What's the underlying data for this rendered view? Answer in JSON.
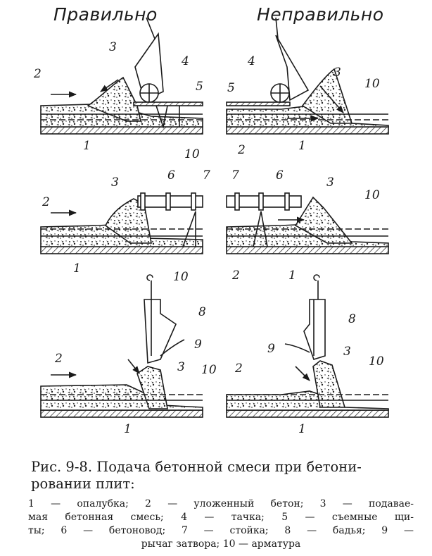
{
  "headings": {
    "left": "Правильно",
    "right": "Неправильно"
  },
  "labels": {
    "r1l": [
      "2",
      "3",
      "4",
      "5",
      "1",
      "10"
    ],
    "r1r": [
      "4",
      "5",
      "3",
      "10",
      "2",
      "1"
    ],
    "r2l": [
      "2",
      "3",
      "6",
      "7",
      "1",
      "10"
    ],
    "r2r": [
      "7",
      "6",
      "3",
      "10",
      "2",
      "1"
    ],
    "r3l": [
      "8",
      "9",
      "2",
      "3",
      "10",
      "1"
    ],
    "r3r": [
      "8",
      "9",
      "2",
      "3",
      "10",
      "1"
    ]
  },
  "caption": {
    "line1": "Рис. 9-8. Подача бетонной смеси при бетони-",
    "line2": "ровании плит:"
  },
  "legend": {
    "row1": "1 — опалубка; 2 — уложенный бетон; 3 — подавае-",
    "row2": "мая бетонная смесь; 4 — тачка; 5 — съемные щи-",
    "row3": "ты; 6 — бетоновод; 7 — стойка; 8 — бадья; 9 —",
    "row4": "рычаг затвора; 10 — арматура"
  }
}
